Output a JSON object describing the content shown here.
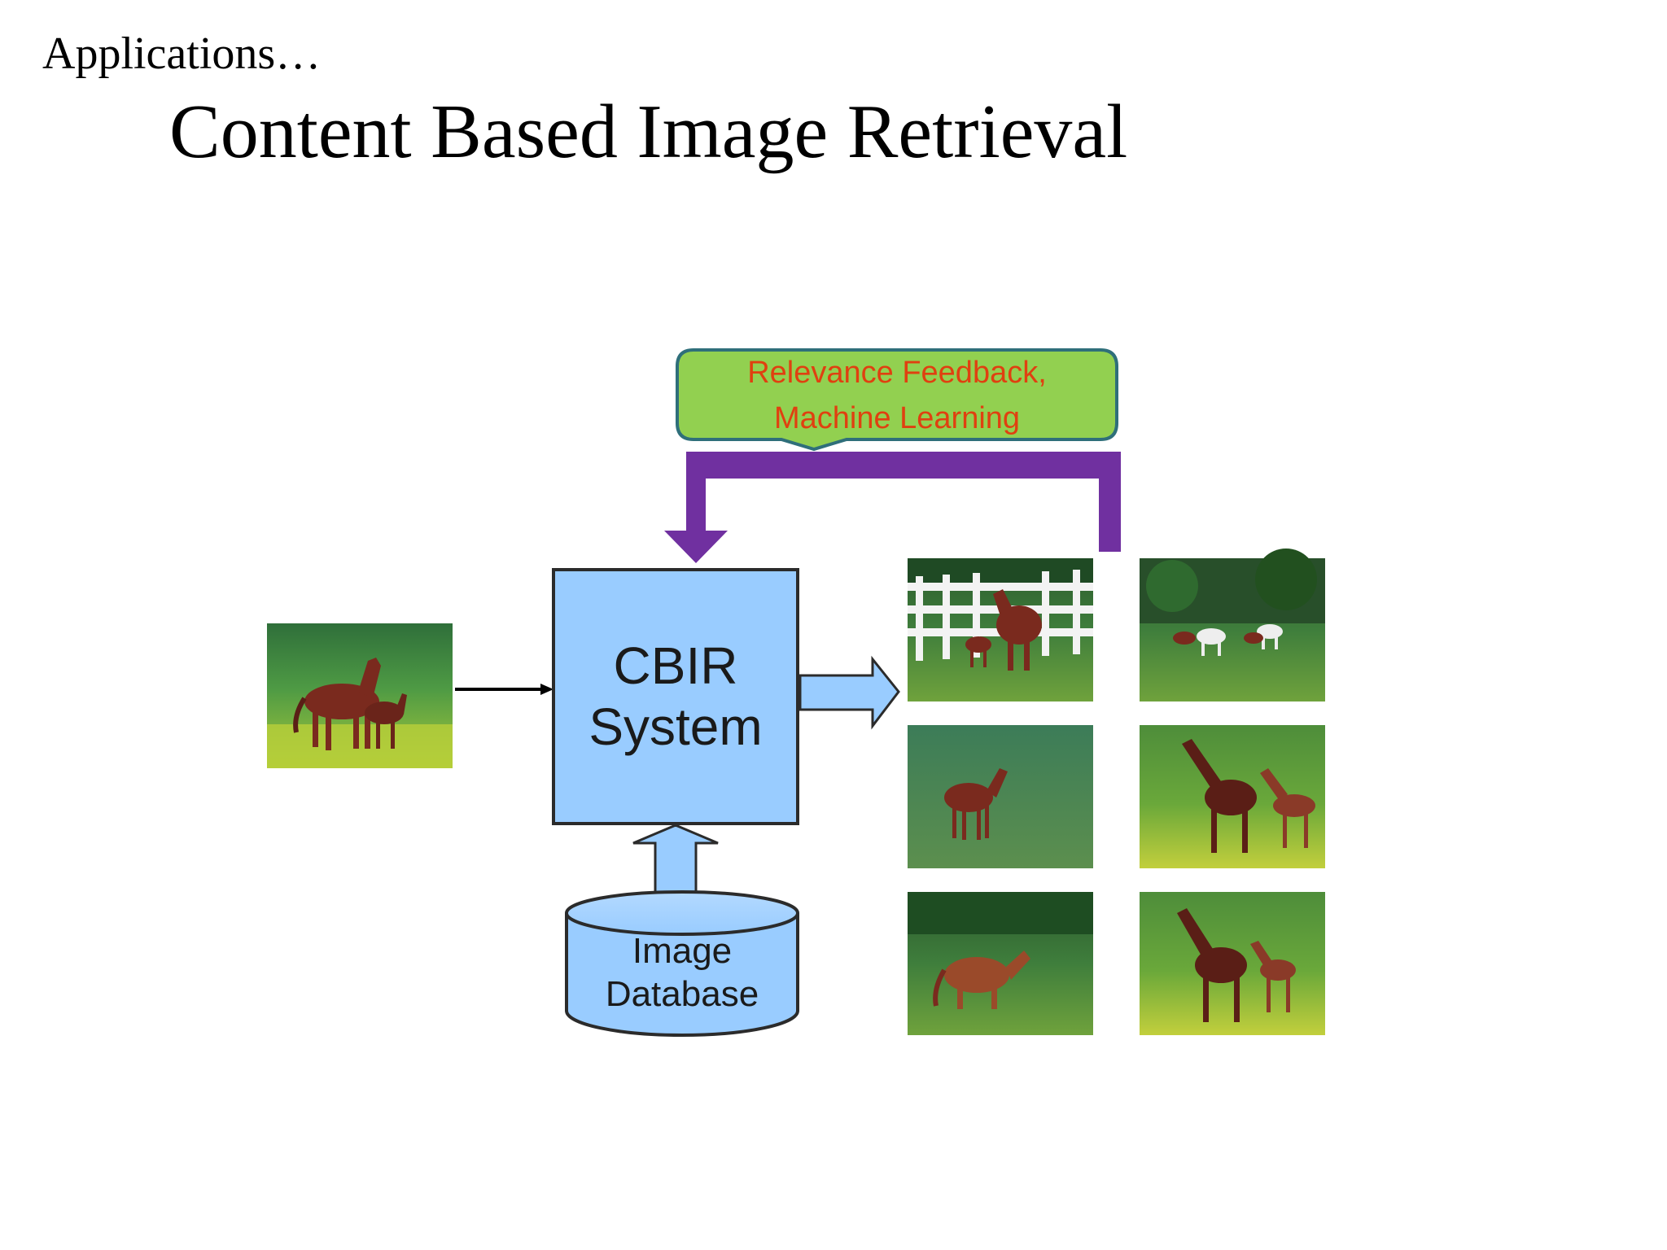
{
  "slide": {
    "kicker": "Applications…",
    "title": "Content Based Image Retrieval"
  },
  "diagram": {
    "feedback_box": {
      "line1": "Relevance Feedback,",
      "line2": "Machine Learning"
    },
    "cbir_box": {
      "line1": "CBIR",
      "line2": "System"
    },
    "database": {
      "line1": "Image",
      "line2": "Database"
    },
    "colors": {
      "box_fill": "#99ccff",
      "box_stroke": "#2b2b2b",
      "feedback_fill": "#92d050",
      "feedback_stroke": "#2f6f7a",
      "feedback_text": "#e04010",
      "loop_arrow": "#7030a0",
      "grass": "#6fae3a",
      "horse": "#7a2a1e"
    },
    "images": {
      "query": "query-horse-image",
      "results": [
        "result-horse-fence-image",
        "result-white-horses-image",
        "result-foal-image",
        "result-mare-foal-image",
        "result-running-horses-image",
        "result-mare-foal-field-image"
      ]
    }
  }
}
